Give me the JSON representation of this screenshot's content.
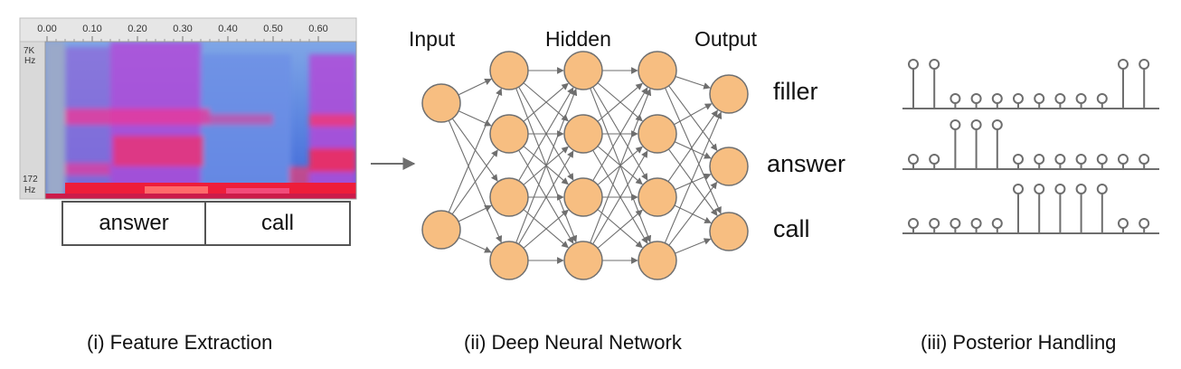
{
  "feature_extraction": {
    "time_ticks": [
      "0.00",
      "0.10",
      "0.20",
      "0.30",
      "0.40",
      "0.50",
      "0.60"
    ],
    "freq_top": [
      "7K",
      "Hz"
    ],
    "freq_bottom": [
      "172",
      "Hz"
    ],
    "segments": [
      "answer",
      "call"
    ],
    "caption": "(i) Feature Extraction"
  },
  "dnn": {
    "layer_labels": {
      "input": "Input",
      "hidden": "Hidden",
      "output": "Output"
    },
    "output_labels": [
      "filler",
      "answer",
      "call"
    ],
    "caption": "(ii) Deep Neural Network"
  },
  "posterior": {
    "rows": [
      {
        "label": "filler",
        "tall": [
          1,
          1,
          0,
          0,
          0,
          0,
          0,
          0,
          0,
          0,
          1,
          1
        ]
      },
      {
        "label": "answer",
        "tall": [
          0,
          0,
          1,
          1,
          1,
          0,
          0,
          0,
          0,
          0,
          0,
          0
        ]
      },
      {
        "label": "call",
        "tall": [
          0,
          0,
          0,
          0,
          0,
          1,
          1,
          1,
          1,
          1,
          0,
          0
        ]
      }
    ],
    "caption": "(iii) Posterior Handling"
  },
  "colors": {
    "node_fill": "#F7BE81",
    "node_stroke": "#707070",
    "edge": "#6E6E6E",
    "stem": "#6E6E6E"
  }
}
